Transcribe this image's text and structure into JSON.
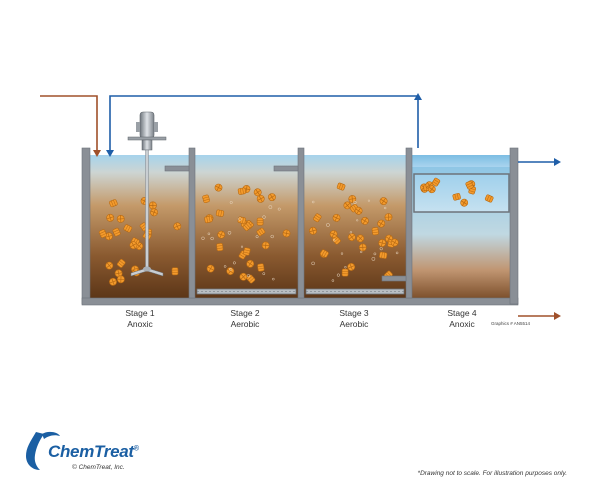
{
  "stages": [
    {
      "name": "Stage 1",
      "type": "Anoxic"
    },
    {
      "name": "Stage 2",
      "type": "Aerobic"
    },
    {
      "name": "Stage 3",
      "type": "Aerobic"
    },
    {
      "name": "Stage 4",
      "type": "Anoxic"
    }
  ],
  "graphics_id": "Graphics # AN5514",
  "footer": {
    "logo_text": "ChemTreat",
    "registered": "®",
    "copyright": "© ChemTreat, Inc.",
    "disclaimer": "*Drawing not to scale. For illustration purposes only."
  },
  "colors": {
    "influent_line": "#a0502a",
    "recycle_line": "#1f5ea8",
    "tank_wall": "#8a8f96",
    "media": "#f39a2c",
    "logo_blue": "#1b5fa3"
  }
}
